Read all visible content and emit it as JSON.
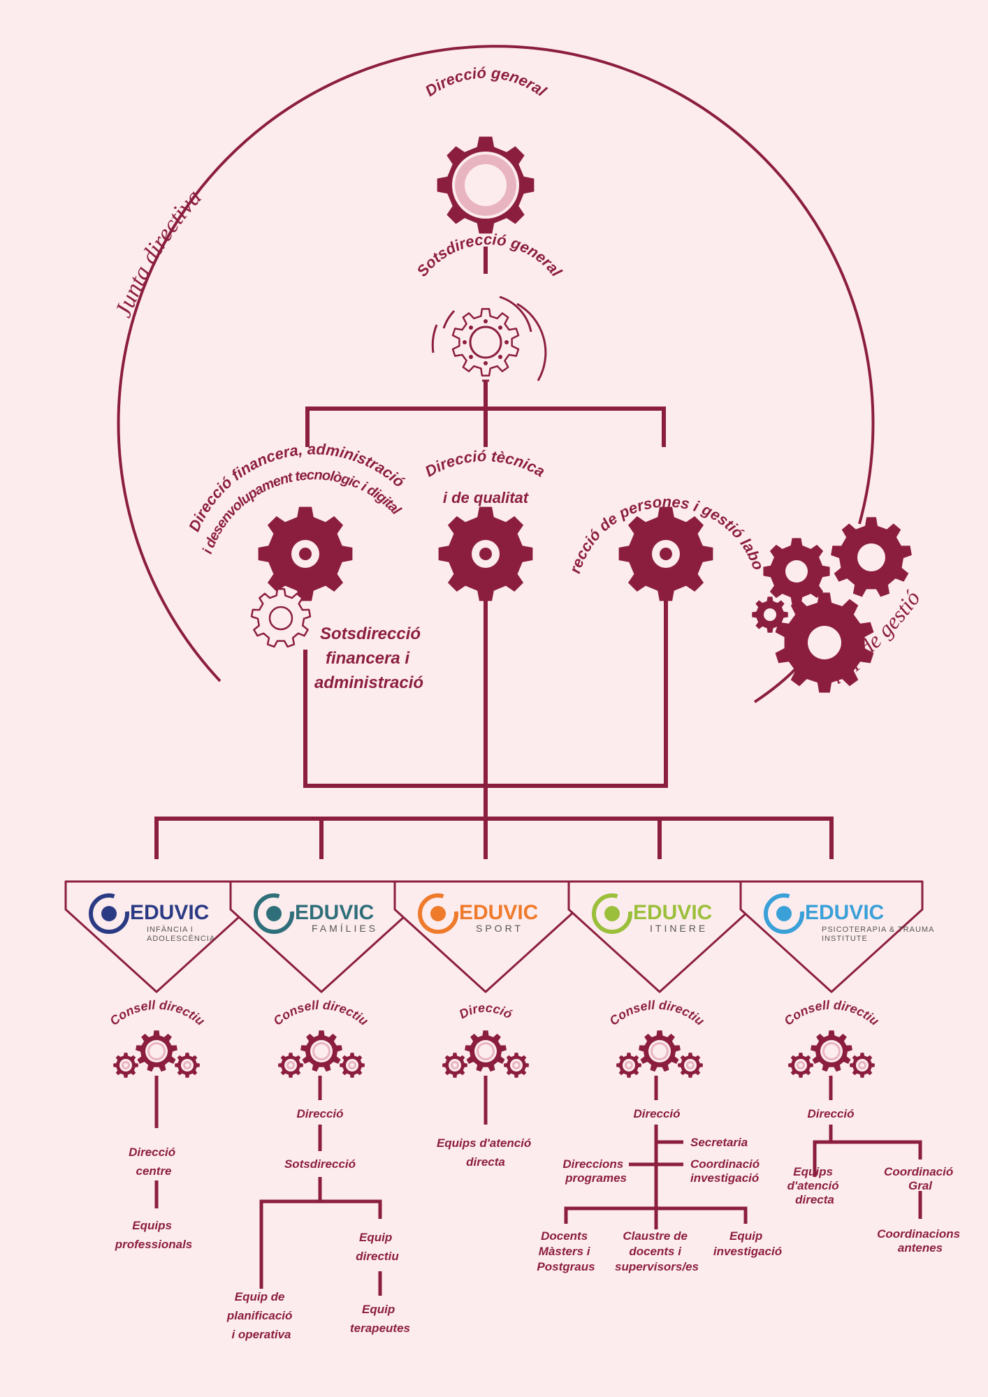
{
  "colors": {
    "background": "#fdecee",
    "primary": "#8b1e3f",
    "gear_inner": "#e8b4c0",
    "brand_infancia": "#2a3a83",
    "brand_families": "#2f6f7a",
    "brand_sport": "#ee7a2b",
    "brand_itinere": "#9bbf3b",
    "brand_psicoterapia": "#3aa0d8"
  },
  "arcs": {
    "junta": "Junta directiva",
    "equip_gestio": "Equip de gestió"
  },
  "top": {
    "direccio_general": "Direcció general",
    "sotsdireccio_general": "Sotsdirecció general"
  },
  "directions": {
    "financera_line1": "Direcció financera, administració",
    "financera_line2": "i desenvolupament tecnològic i digital",
    "tecnica_line1": "Direcció tècnica",
    "tecnica_line2": "i de qualitat",
    "persones": "Direcció de persones i gestió laboral",
    "sotsdir_fin_line1": "Sotsdirecció",
    "sotsdir_fin_line2": "financera i",
    "sotsdir_fin_line3": "administració"
  },
  "entities": [
    {
      "brand": "EDUVIC",
      "sub1": "INFÀNCIA I",
      "sub2": "ADOLESCÈNCIA",
      "icon": "hands-icon"
    },
    {
      "brand": "EDUVIC",
      "sub1": "FAMÍLIES",
      "sub2": "",
      "icon": "family-icon"
    },
    {
      "brand": "EDUVIC",
      "sub1": "SPORT",
      "sub2": "",
      "icon": "runner-icon"
    },
    {
      "brand": "EDUVIC",
      "sub1": "ITINERE",
      "sub2": "",
      "icon": "book-icon"
    },
    {
      "brand": "EDUVIC",
      "sub1": "PSICOTERAPIA & TRAUMA",
      "sub2": "INSTITUTE",
      "icon": "brain-icon"
    }
  ],
  "col1": {
    "header": "Consell directiu",
    "node1_line1": "Direcció",
    "node1_line2": "centre",
    "node2_line1": "Equips",
    "node2_line2": "professionals"
  },
  "col2": {
    "header": "Consell directiu",
    "direccio": "Direcció",
    "sotsdireccio": "Sotsdirecció",
    "equip_dir_line1": "Equip",
    "equip_dir_line2": "directiu",
    "planif_line1": "Equip de",
    "planif_line2": "planificació",
    "planif_line3": "i operativa",
    "terap_line1": "Equip",
    "terap_line2": "terapeutes"
  },
  "col3": {
    "header": "Direcció",
    "node_line1": "Equips d'atenció",
    "node_line2": "directa"
  },
  "col4": {
    "header": "Consell directiu",
    "direccio": "Direcció",
    "secretaria": "Secretaria",
    "prog_line1": "Direccions",
    "prog_line2": "programes",
    "coord_line1": "Coordinació",
    "coord_line2": "investigació",
    "docents_line1": "Docents",
    "docents_line2": "Màsters i",
    "docents_line3": "Postgraus",
    "claustre_line1": "Claustre de",
    "claustre_line2": "docents i",
    "claustre_line3": "supervisors/es",
    "invest_line1": "Equip",
    "invest_line2": "investigació"
  },
  "col5": {
    "header": "Consell directiu",
    "direccio": "Direcció",
    "equips_line1": "Equips",
    "equips_line2": "d'atenció",
    "equips_line3": "directa",
    "coordgral_line1": "Coordinació",
    "coordgral_line2": "Gral",
    "antenes_line1": "Coordinacions",
    "antenes_line2": "antenes"
  }
}
